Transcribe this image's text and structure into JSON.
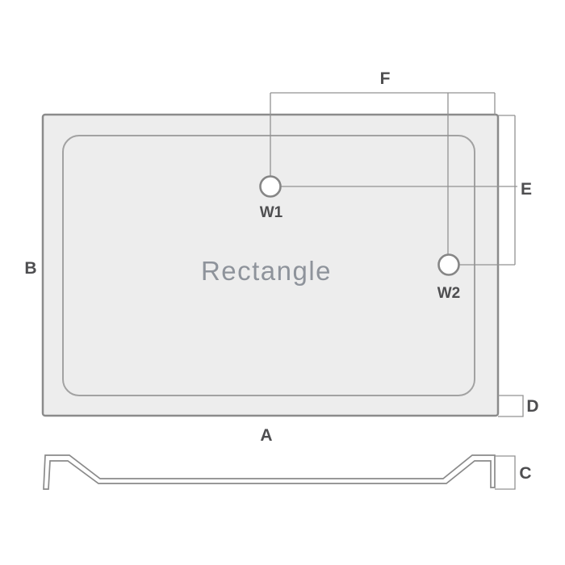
{
  "diagram": {
    "title": "Rectangle",
    "labels": {
      "A": "A",
      "B": "B",
      "C": "C",
      "D": "D",
      "E": "E",
      "F": "F",
      "W1": "W1",
      "W2": "W2"
    },
    "colors": {
      "background": "#ffffff",
      "tray-fill": "#ededed",
      "tray-border": "#8b8b8b",
      "inner-border": "#a2a2a2",
      "dim-line": "#929292",
      "circle-stroke": "#868686",
      "profile-stroke": "#8a8a8a",
      "label": "#4e4e50",
      "title": "#8e939b"
    }
  }
}
